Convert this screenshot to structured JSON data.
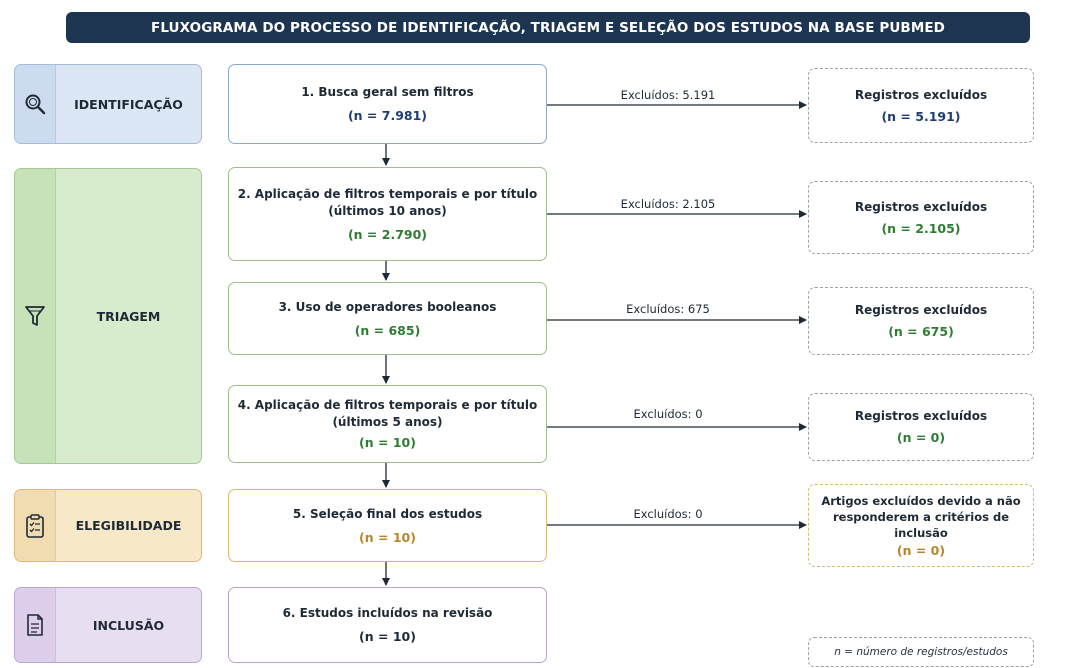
{
  "title": "FLUXOGRAMA DO  PROCESSO DE IDENTIFICAÇÃO, TRIAGEM E SELEÇÃO DOS ESTUDOS NA BASE PUBMED",
  "stages": {
    "identificacao": {
      "label": "IDENTIFICAÇÃO",
      "icon": "magnifier-icon",
      "color": "#dce7f6"
    },
    "triagem": {
      "label": "TRIAGEM",
      "icon": "funnel-icon",
      "color": "#d7ebcd"
    },
    "elegibilidade": {
      "label": "ELEGIBILIDADE",
      "icon": "clipboard-checklist-icon",
      "color": "#f7e8c8"
    },
    "inclusao": {
      "label": "INCLUSÃO",
      "icon": "document-icon",
      "color": "#e8def2"
    }
  },
  "steps": [
    {
      "line1": "1. Busca geral sem filtros",
      "line2": "",
      "n": "(n = 7.981)"
    },
    {
      "line1": "2. Aplicação de filtros temporais e por título",
      "line2": "(últimos 10 anos)",
      "n": "(n = 2.790)"
    },
    {
      "line1": "3. Uso de operadores booleanos",
      "line2": "",
      "n": "(n = 685)"
    },
    {
      "line1": "4. Aplicação de filtros temporais e por título",
      "line2": "(últimos 5 anos)",
      "n": "(n = 10)"
    },
    {
      "line1": "5. Seleção final dos estudos",
      "line2": "",
      "n": "(n = 10)"
    },
    {
      "line1": "6. Estudos incluídos na revisão",
      "line2": "",
      "n": "(n = 10)"
    }
  ],
  "exclusion_labels": [
    "Excluídos: 5.191",
    "Excluídos: 2.105",
    "Excluídos: 675",
    "Excluídos: 0",
    "Excluídos: 0"
  ],
  "excluded": [
    {
      "title": "Registros excluídos",
      "n": "(n = 5.191)"
    },
    {
      "title": "Registros excluídos",
      "n": "(n = 2.105)"
    },
    {
      "title": "Registros excluídos",
      "n": "(n = 675)"
    },
    {
      "title": "Registros excluídos",
      "n": "(n = 0)"
    },
    {
      "title": "Artigos excluídos devido a não responderem a critérios de inclusão",
      "n": "(n = 0)"
    }
  ],
  "note": "n = número de registros/estudos"
}
